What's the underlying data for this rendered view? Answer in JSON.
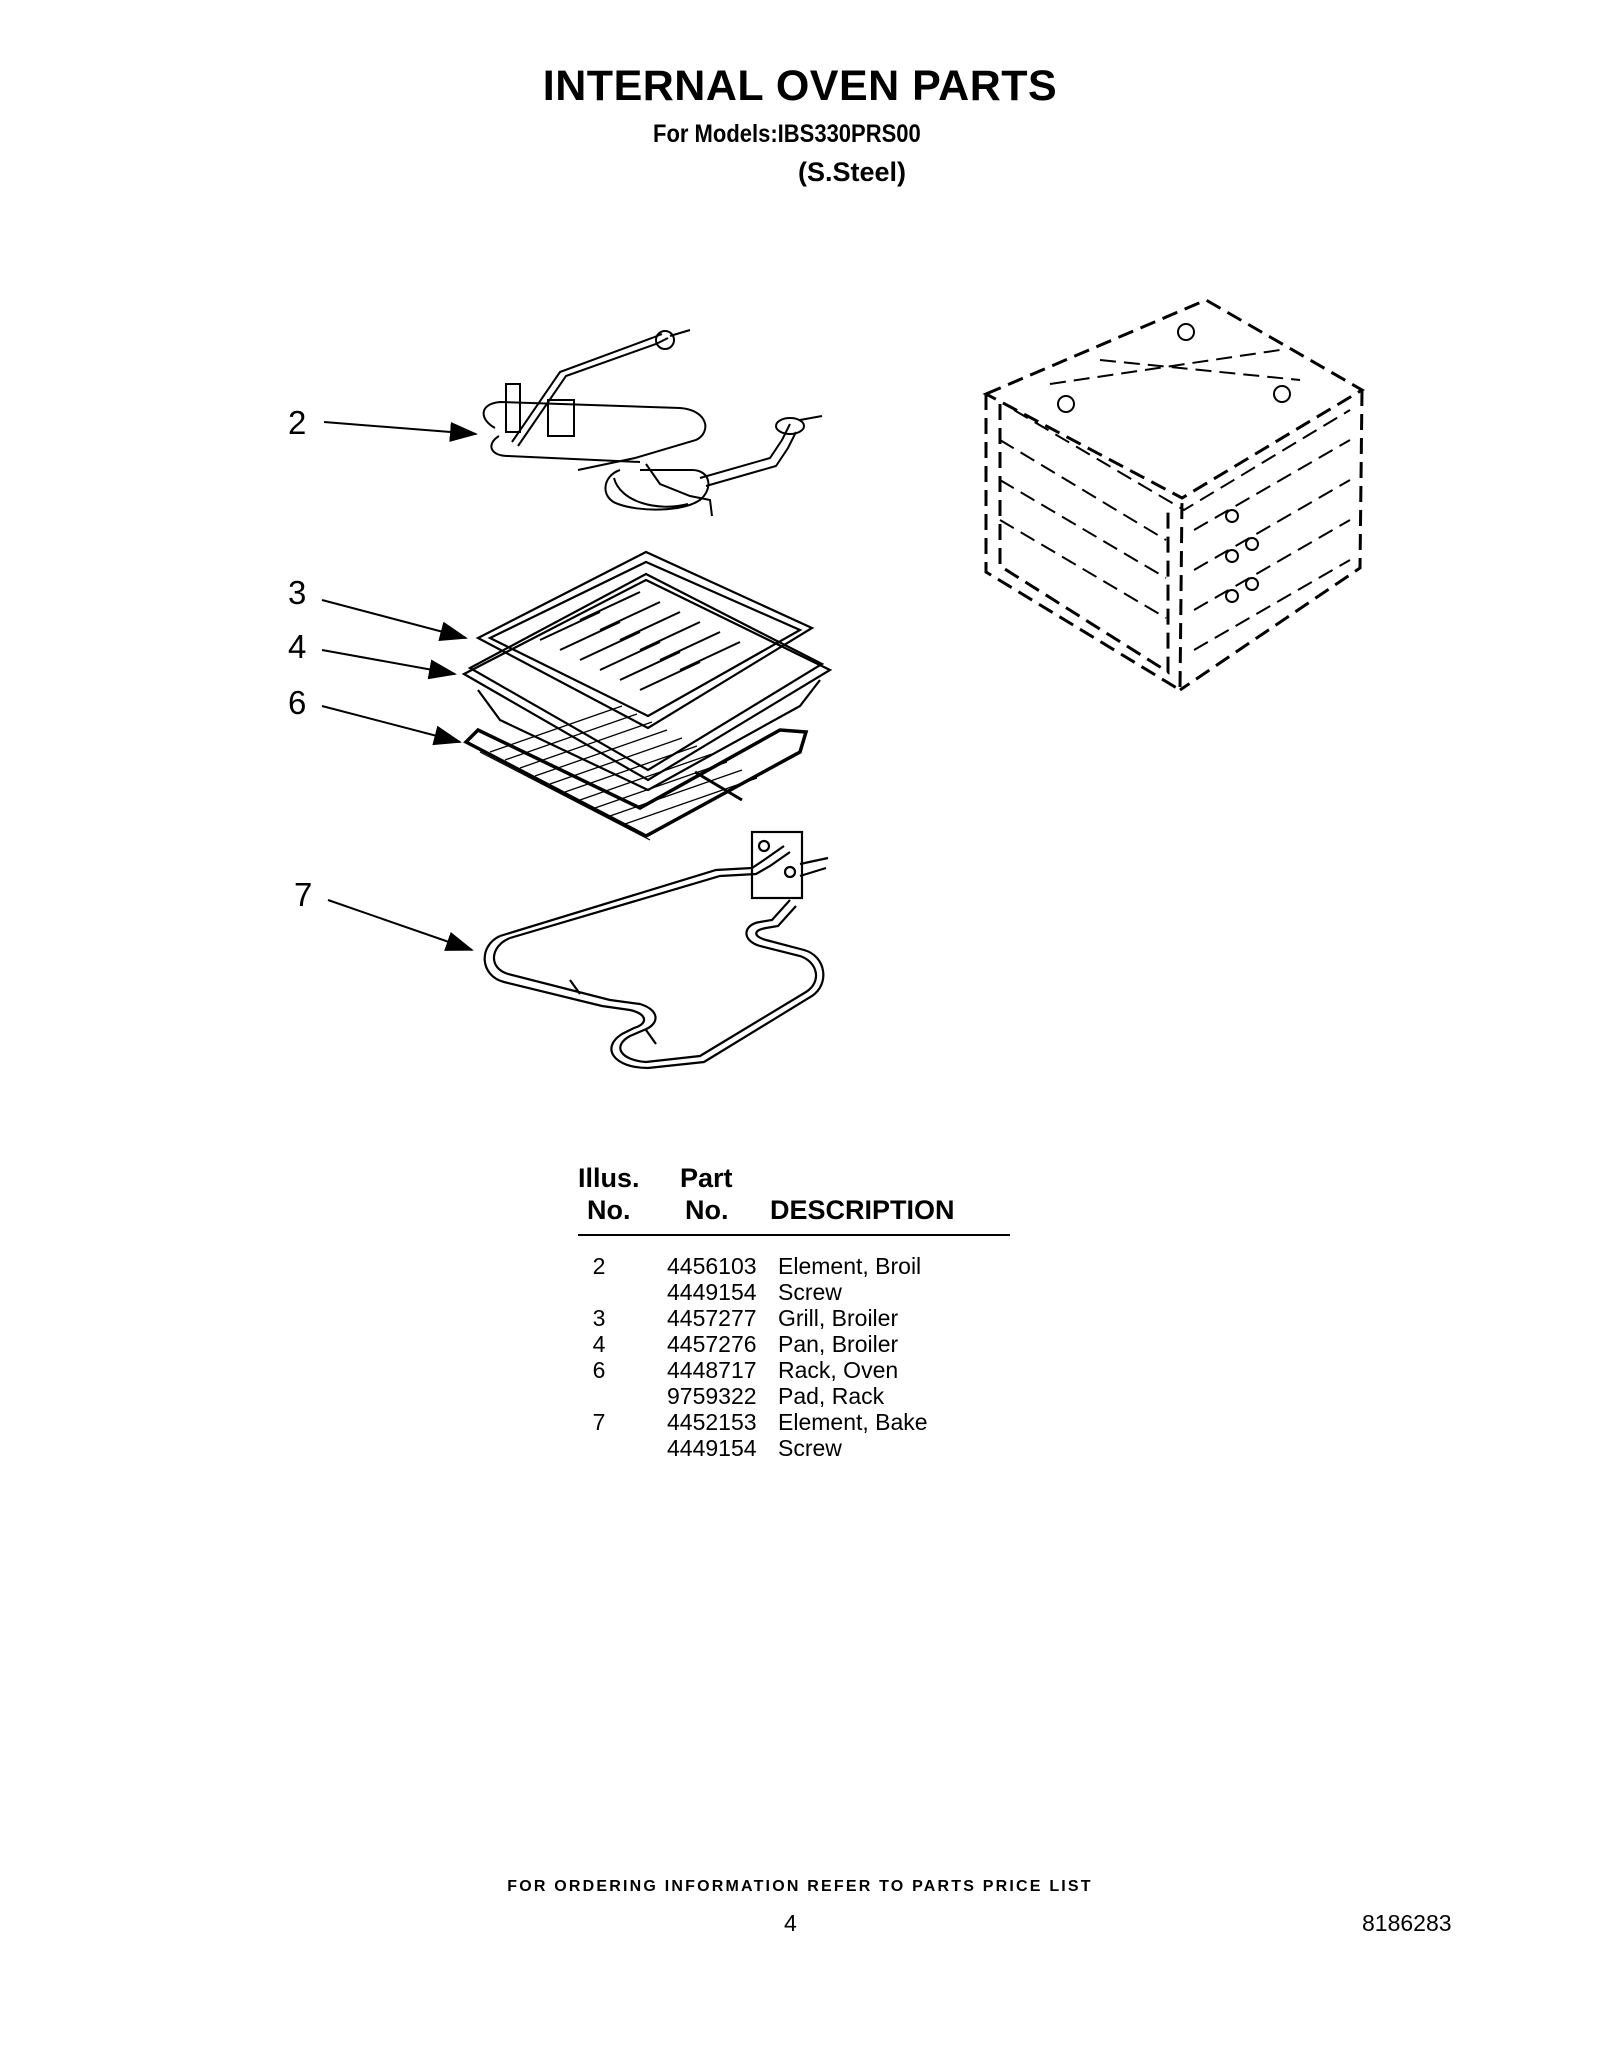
{
  "header": {
    "title": "INTERNAL OVEN PARTS",
    "models": "For Models:IBS330PRS00",
    "finish": "(S.Steel)"
  },
  "diagram": {
    "callouts": [
      "2",
      "3",
      "4",
      "6",
      "7"
    ],
    "parts": [
      "broil-element",
      "broiler-grill",
      "broiler-pan",
      "oven-rack",
      "bake-element",
      "oven-cavity"
    ]
  },
  "table": {
    "headers": {
      "illus_line1": "Illus.",
      "illus_line2": "No.",
      "part_line1": "Part",
      "part_line2": "No.",
      "description": "DESCRIPTION"
    },
    "rows": [
      {
        "illus": "2",
        "part": "4456103",
        "description": "Element, Broil"
      },
      {
        "illus": "",
        "part": "4449154",
        "description": "Screw"
      },
      {
        "illus": "3",
        "part": "4457277",
        "description": "Grill, Broiler"
      },
      {
        "illus": "4",
        "part": "4457276",
        "description": "Pan, Broiler"
      },
      {
        "illus": "6",
        "part": "4448717",
        "description": "Rack, Oven"
      },
      {
        "illus": "",
        "part": "9759322",
        "description": "Pad, Rack"
      },
      {
        "illus": "7",
        "part": "4452153",
        "description": "Element, Bake"
      },
      {
        "illus": "",
        "part": "4449154",
        "description": "Screw"
      }
    ]
  },
  "footer": {
    "ordering_note": "FOR ORDERING INFORMATION REFER TO PARTS PRICE LIST",
    "page_number": "4",
    "document_number": "8186283"
  }
}
